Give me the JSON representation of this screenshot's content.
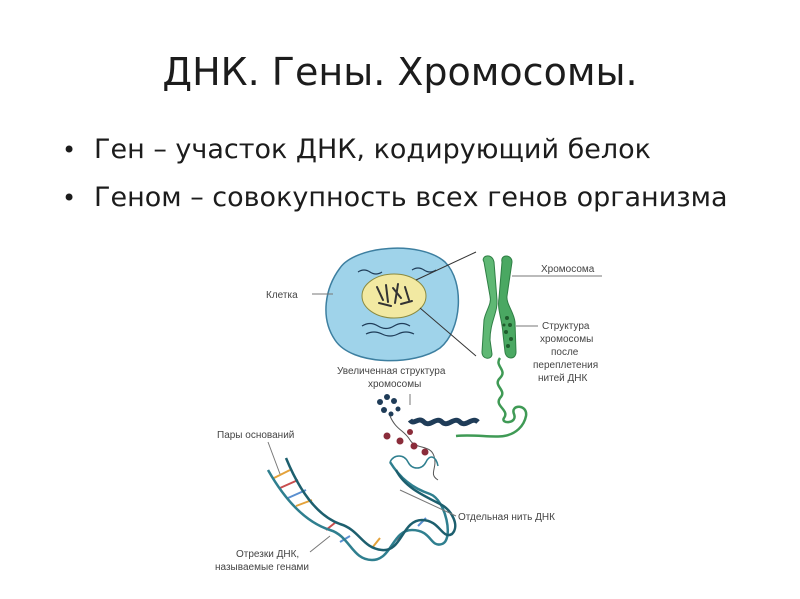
{
  "slide": {
    "title": "ДНК. Гены. Хромосомы.",
    "bullets": [
      "Ген – участок ДНК, кодирующий белок",
      "Геном – совокупность всех генов организма"
    ]
  },
  "diagram": {
    "labels": {
      "cell": "Клетка",
      "chromosome": "Хромосома",
      "structure_1": "Структура",
      "structure_2": "хромосомы",
      "structure_3": "после",
      "structure_4": "переплетения",
      "structure_5": "нитей ДНК",
      "enlarged_1": "Увеличенная структура",
      "enlarged_2": "хромосомы",
      "base_pairs": "Пары оснований",
      "single_strand": "Отдельная нить ДНК",
      "segments_1": "Отрезки ДНК,",
      "segments_2": "называемые генами"
    },
    "colors": {
      "cell": "#9fd3ea",
      "nucleus": "#f2e9a2",
      "chromosome": "#3f9a55",
      "dna_strand": "#2f7f8f",
      "dark_coil": "#1f3c58"
    }
  }
}
